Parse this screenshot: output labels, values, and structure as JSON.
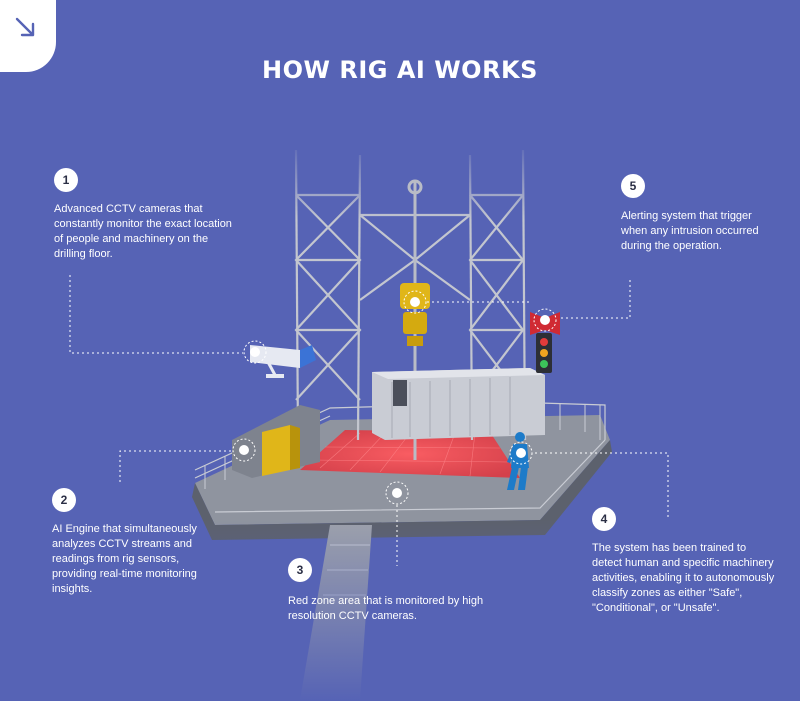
{
  "title": "HOW RIG AI WORKS",
  "corner_icon": "arrow-down-right-icon",
  "steps": [
    {
      "number": "1",
      "text": "Advanced CCTV cameras that constantly monitor the exact location of people and machinery on the drilling floor."
    },
    {
      "number": "2",
      "text": "AI Engine that simultaneously analyzes CCTV streams and readings from rig sensors, providing real-time monitoring insights."
    },
    {
      "number": "3",
      "text": "Red zone area that is monitored by high resolution CCTV cameras."
    },
    {
      "number": "4",
      "text": "The system has been trained to detect human and specific machinery activities, enabling it to autonomously classify zones as either \"Safe\", \"Conditional\", or \"Unsafe\"."
    },
    {
      "number": "5",
      "text": "Alerting system that trigger when any intrusion occurred during the operation."
    }
  ],
  "colors": {
    "background": "#5663b5",
    "red_zone": "#e8424a",
    "cabinet": "#e0b619",
    "worker": "#1d7bc9",
    "rig_steel": "#b9bcc6",
    "text": "#ffffff"
  }
}
